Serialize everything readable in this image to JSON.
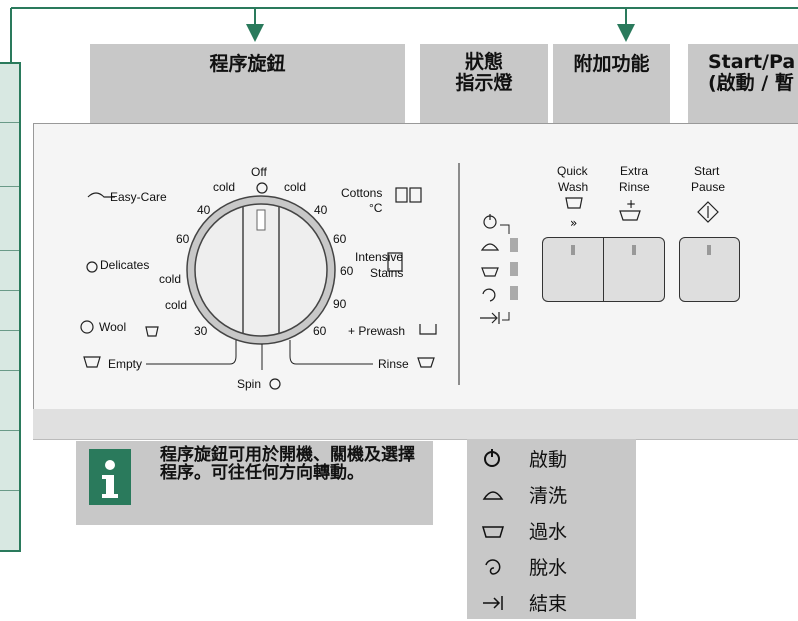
{
  "header": {
    "programme_knob": "程序旋鈕",
    "status_indicator": "狀態\n指示燈",
    "extra_functions": "附加功能",
    "start_pause": "Start/Pa\n(啟動 / 暫"
  },
  "dial": {
    "off": "Off",
    "cold_left": "cold",
    "cold_right": "cold",
    "t40_left": "40",
    "t40_right": "40",
    "t60_left": "60",
    "t60_right": "60",
    "t60_right2": "60",
    "t90": "90",
    "t60_bottom": "60",
    "t30": "30",
    "cold_delicates": "cold",
    "cold_wool": "cold",
    "spin": "Spin"
  },
  "programs": {
    "easy_care": "Easy-Care",
    "delicates": "Delicates",
    "wool": "Wool",
    "empty": "Empty",
    "cottons": "Cottons",
    "cottons_unit": "°C",
    "intensive": "Intensive",
    "stains": "Stains",
    "prewash": "+ Prewash",
    "rinse": "Rinse"
  },
  "buttons": {
    "quick": "Quick",
    "wash": "Wash",
    "extra": "Extra",
    "rinse": "Rinse",
    "start": "Start",
    "pause": "Pause"
  },
  "info": {
    "text": "程序旋鈕可用於開機、關機及選擇程序。可往任何方向轉動。"
  },
  "legend": [
    {
      "icon": "power-icon",
      "label": "啟動"
    },
    {
      "icon": "wash-icon",
      "label": "清洗"
    },
    {
      "icon": "rinse-icon",
      "label": "過水"
    },
    {
      "icon": "spin-icon",
      "label": "脫水"
    },
    {
      "icon": "end-icon",
      "label": "結束"
    }
  ],
  "colors": {
    "accent": "#2a7a5c",
    "header_grey": "#c8c8c8",
    "panel": "#f5f5f5"
  }
}
